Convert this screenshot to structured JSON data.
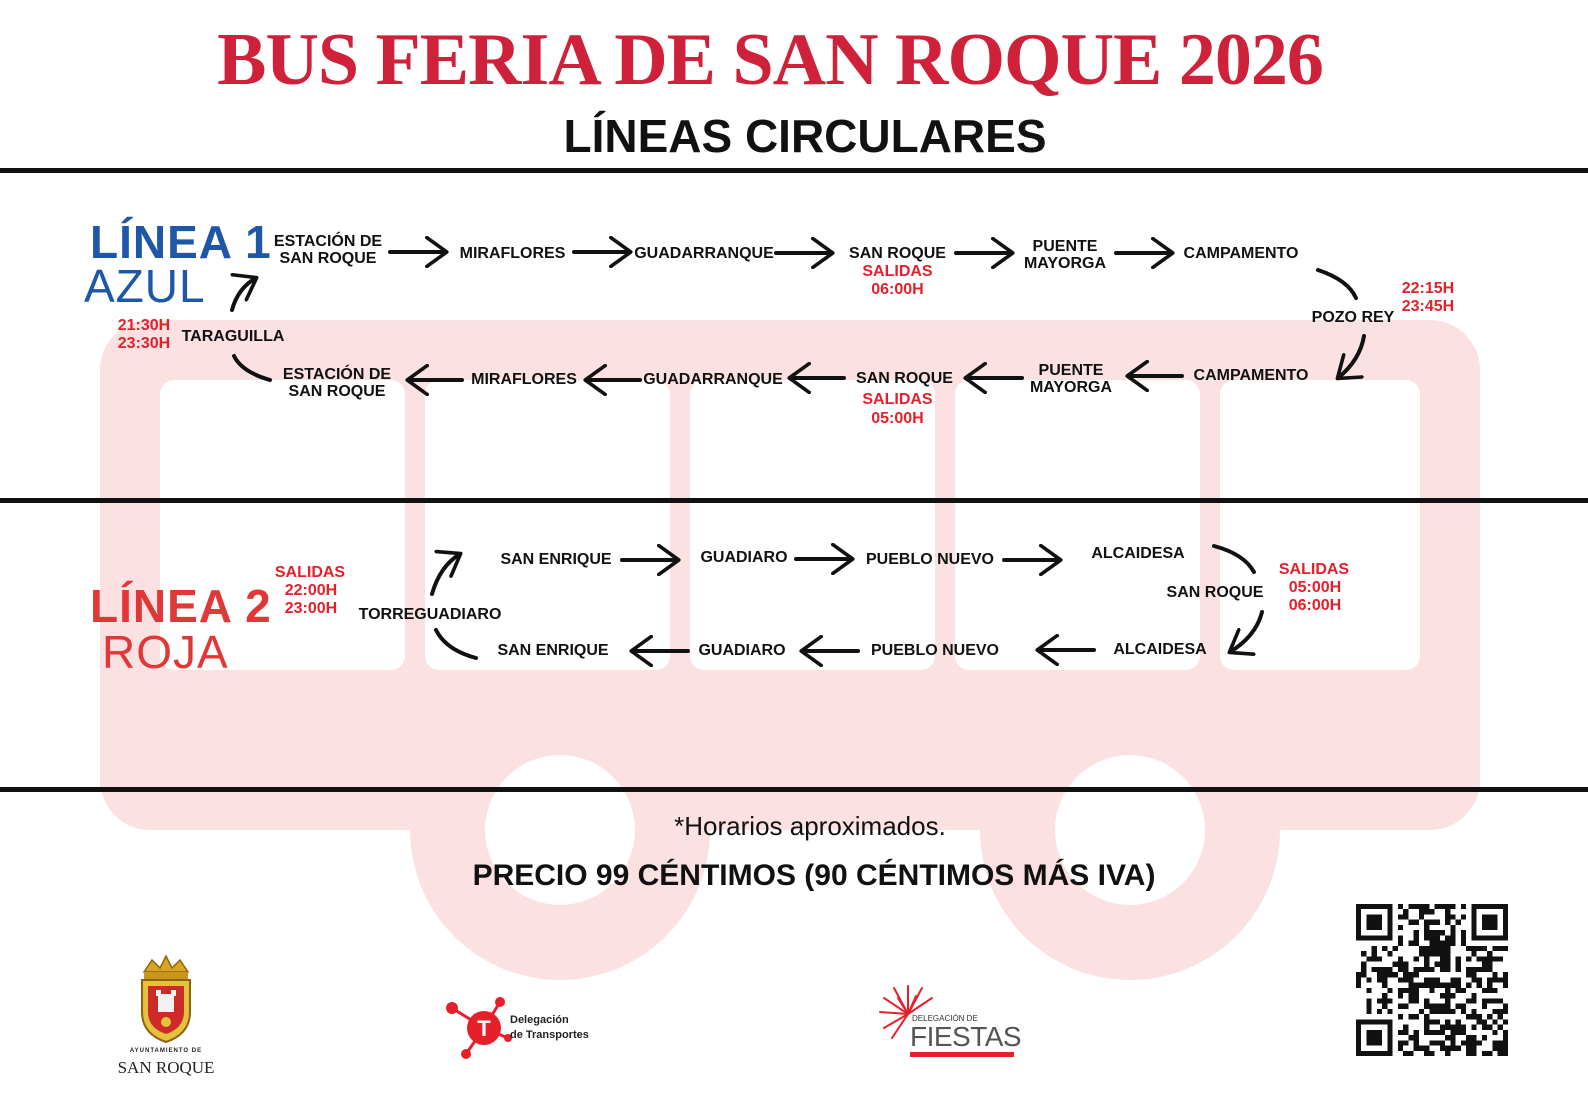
{
  "header": {
    "title": "BUS FERIA DE SAN ROQUE 2026",
    "subtitle": "LÍNEAS CIRCULARES"
  },
  "line1": {
    "title": "LÍNEA 1",
    "color_name": "AZUL",
    "color": "#1d57a6",
    "outbound": [
      "ESTACIÓN DE SAN ROQUE",
      "MIRAFLORES",
      "GUADARRANQUE",
      "SAN ROQUE",
      "PUENTE MAYORGA",
      "CAMPAMENTO"
    ],
    "turn_stop": "POZO REY",
    "return": [
      "CAMPAMENTO",
      "PUENTE MAYORGA",
      "SAN ROQUE",
      "GUADARRANQUE",
      "MIRAFLORES",
      "ESTACIÓN DE SAN ROQUE"
    ],
    "loop_stop": "TARAGUILLA",
    "salidas_label": "SALIDAS",
    "salidas_outbound": "06:00H",
    "salidas_return": "05:00H",
    "pozo_rey_times": [
      "22:15H",
      "23:45H"
    ],
    "taraguilla_times": [
      "21:30H",
      "23:30H"
    ]
  },
  "line2": {
    "title": "LÍNEA 2",
    "color_name": "ROJA",
    "color": "#e23737",
    "outbound": [
      "SAN ENRIQUE",
      "GUADIARO",
      "PUEBLO NUEVO",
      "ALCAIDESA"
    ],
    "turn_stop": "SAN ROQUE",
    "return": [
      "ALCAIDESA",
      "PUEBLO NUEVO",
      "GUADIARO",
      "SAN ENRIQUE"
    ],
    "loop_stop": "TORREGUADIARO",
    "salidas_label": "SALIDAS",
    "left_times": [
      "22:00H",
      "23:00H"
    ],
    "right_times": [
      "05:00H",
      "06:00H"
    ]
  },
  "footer": {
    "note": "*Horarios aproximados.",
    "price": "PRECIO 99 CÉNTIMOS (90 CÉNTIMOS MÁS IVA)"
  },
  "logos": {
    "ayuntamiento_small": "AYUNTAMIENTO DE",
    "ayuntamiento": "SAN ROQUE",
    "transportes_1": "Delegación",
    "transportes_2": "de Transportes",
    "fiestas_small": "DELEGACIÓN DE",
    "fiestas": "FIESTAS",
    "qr_icon": "qr-code-icon"
  },
  "colors": {
    "title_red": "#d0213a",
    "accent_red": "#e5202b",
    "bus_watermark": "#fbe3e3"
  }
}
